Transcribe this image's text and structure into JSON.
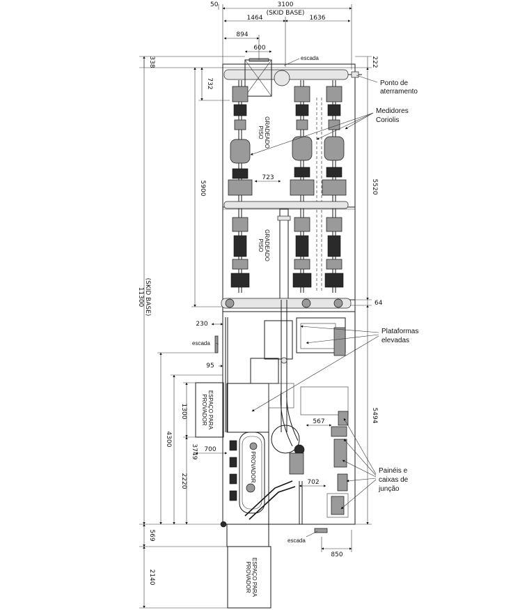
{
  "top_dims": {
    "d50": "50",
    "d3100": "3100",
    "skid_base_top": "(SKID BASE)",
    "d1464": "1464",
    "d1636": "1636",
    "d894": "894",
    "d600": "600"
  },
  "left_dims": {
    "d338": "338",
    "d732": "732",
    "d5900": "5900",
    "d11300": "11300",
    "skid_base_left": "(SKID BASE)",
    "d230": "230",
    "d95": "95",
    "d4300": "4300",
    "d1300": "1300",
    "d3749": "3749",
    "d700": "700",
    "d2220": "2220",
    "d569": "569",
    "d2140": "2140"
  },
  "right_dims": {
    "d222": "222",
    "d5520": "5520",
    "d64": "64",
    "d5494": "5494",
    "d567": "567",
    "d702": "702",
    "d850": "850",
    "d723": "723"
  },
  "labels": {
    "escada_top": "escada",
    "escada_left": "escada",
    "escada_bottom": "escada",
    "piso_1_a": "PISO",
    "piso_1_b": "GRADEADO",
    "piso_2_a": "PISO",
    "piso_2_b": "GRADEADO",
    "espaco_prov_1_a": "ESPAÇO PARA",
    "espaco_prov_1_b": "PROVADOR",
    "espaco_prov_2_a": "ESPAÇO PARA",
    "espaco_prov_2_b": "PROVADOR",
    "provador": "PROVADOR"
  },
  "callouts": {
    "ponto_1": "Ponto de",
    "ponto_2": "aterramento",
    "medidores_1": "Medidores",
    "medidores_2": "Coriolis",
    "plataformas_1": "Plataformas",
    "plataformas_2": "elevadas",
    "paineis_1": "Painéis e",
    "paineis_2": "caixas de",
    "paineis_3": "junção"
  },
  "colors": {
    "line": "#1a1a1a",
    "equipment_fill": "#9a9a9a",
    "dark_fill": "#2a2a2a",
    "light_fill": "#e6e6e6"
  }
}
